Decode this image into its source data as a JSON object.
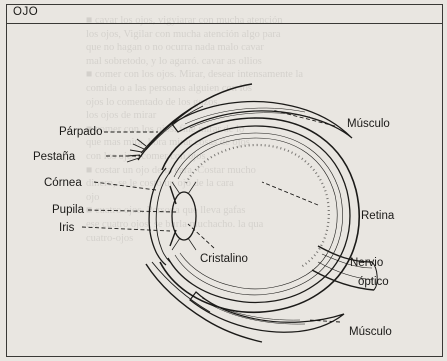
{
  "figure": {
    "title": "OJO",
    "labels": {
      "parpado": "Párpado",
      "pestana": "Pestaña",
      "musculo_superior": "Músculo",
      "cornea": "Córnea",
      "retina": "Retina",
      "pupila": "Pupila",
      "iris": "Iris",
      "cristalino": "Cristalino",
      "nervio": "Nervio",
      "optico": "óptico",
      "musculo_inferior": "Músculo"
    }
  }
}
